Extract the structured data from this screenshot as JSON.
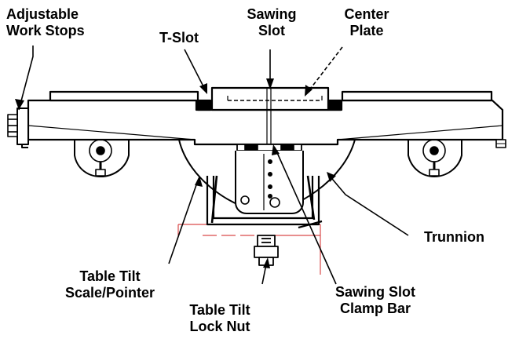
{
  "labels": {
    "adjustable_work_stops": [
      "Adjustable",
      "Work Stops"
    ],
    "t_slot": [
      "T-Slot"
    ],
    "sawing_slot": [
      "Sawing",
      "Slot"
    ],
    "center_plate": [
      "Center",
      "Plate"
    ],
    "trunnion": [
      "Trunnion"
    ],
    "table_tilt_scale_pointer": [
      "Table Tilt",
      "Scale/Pointer"
    ],
    "table_tilt_lock_nut": [
      "Table Tilt",
      "Lock Nut"
    ],
    "sawing_slot_clamp_bar": [
      "Sawing Slot",
      "Clamp Bar"
    ]
  },
  "colors": {
    "ink": "#000000",
    "accent": "#d94a4a"
  }
}
